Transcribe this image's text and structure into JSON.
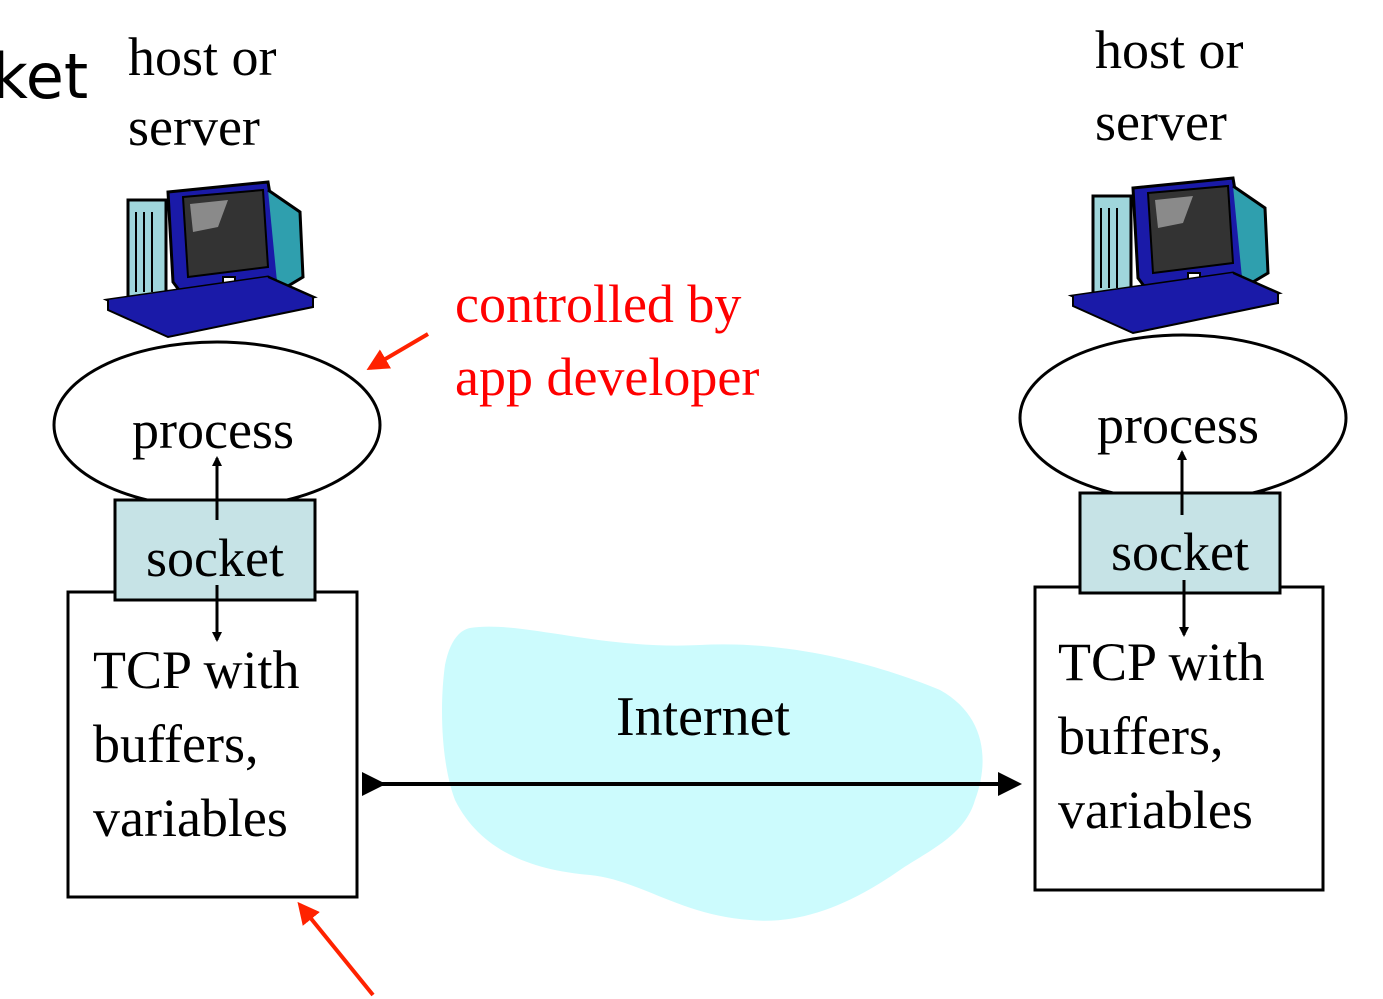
{
  "title_fragment": "ket",
  "left_host": {
    "label_line1": "host or",
    "label_line2": "server",
    "process": "process",
    "socket": "socket",
    "tcp_line1": "TCP with",
    "tcp_line2": "buffers,",
    "tcp_line3": "variables"
  },
  "right_host": {
    "label_line1": "host or",
    "label_line2": "server",
    "process": "process",
    "socket": "socket",
    "tcp_line1": "TCP with",
    "tcp_line2": "buffers,",
    "tcp_line3": "variables"
  },
  "annotation": {
    "line1": "controlled by",
    "line2": "app developer"
  },
  "internet_label": "Internet",
  "colors": {
    "annotation": "#ff0000",
    "socket_fill": "#c6e3e6",
    "cloud_fill": "#ccfbfd",
    "stroke": "#000000",
    "monitor_frame": "#1a1aa8",
    "monitor_teal": "#2f9fae",
    "screen": "#333333"
  },
  "icons": [
    "desktop-computer-icon",
    "desktop-computer-icon"
  ]
}
